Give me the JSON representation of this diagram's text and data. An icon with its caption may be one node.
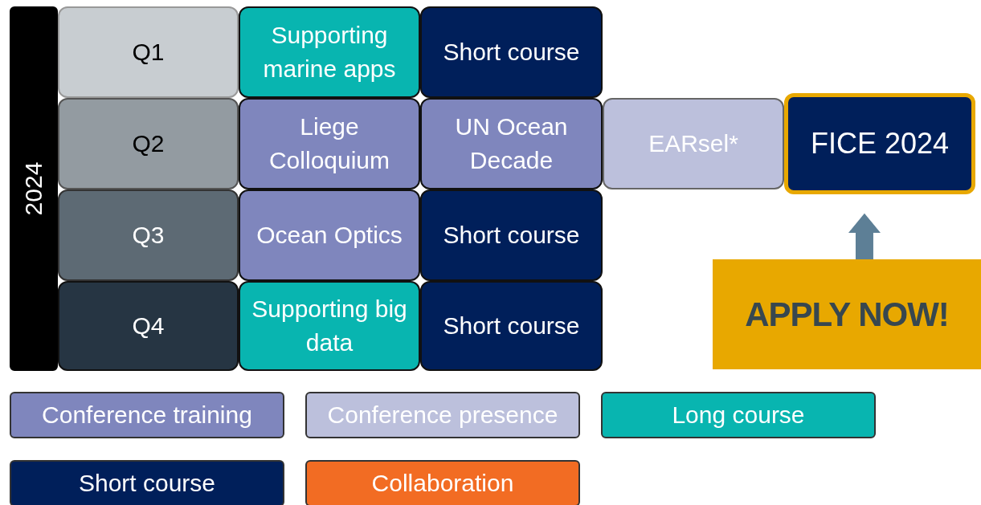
{
  "diagram": {
    "nodes": [
      {
        "text": [
          "2024"
        ]
      },
      {
        "text": [
          "Q1"
        ]
      },
      {
        "text": [
          "Supporting marine apps"
        ]
      },
      {
        "text": [
          "Short course"
        ]
      },
      {
        "text": [
          "Q2"
        ]
      },
      {
        "text": [
          "Liege Colloquium"
        ]
      },
      {
        "text": [
          "UN Ocean Decade"
        ]
      },
      {
        "text": [
          "EARsel*"
        ]
      },
      {
        "text": [
          "FICE 2024"
        ]
      },
      {
        "text": [
          "Q3"
        ]
      },
      {
        "text": [
          "Ocean Optics"
        ]
      },
      {
        "text": [
          "Short course"
        ]
      },
      {
        "text": [
          "Q4"
        ]
      },
      {
        "text": [
          "Supporting big data"
        ]
      },
      {
        "text": [
          "Short course"
        ]
      },
      {
        "text": [
          "APPLY NOW!"
        ]
      }
    ],
    "edges": [
      {
        "from": 15,
        "to": 8,
        "arrow": "to"
      }
    ],
    "legend": [
      {
        "text": "Conference training",
        "color": "#7f86bd"
      },
      {
        "text": "Conference presence",
        "color": "#bcc0dc"
      },
      {
        "text": "Long course",
        "color": "#08b5b0"
      },
      {
        "text": "Short course",
        "color": "#001f5a"
      },
      {
        "text": "Collaboration",
        "color": "#f26c23"
      }
    ]
  }
}
